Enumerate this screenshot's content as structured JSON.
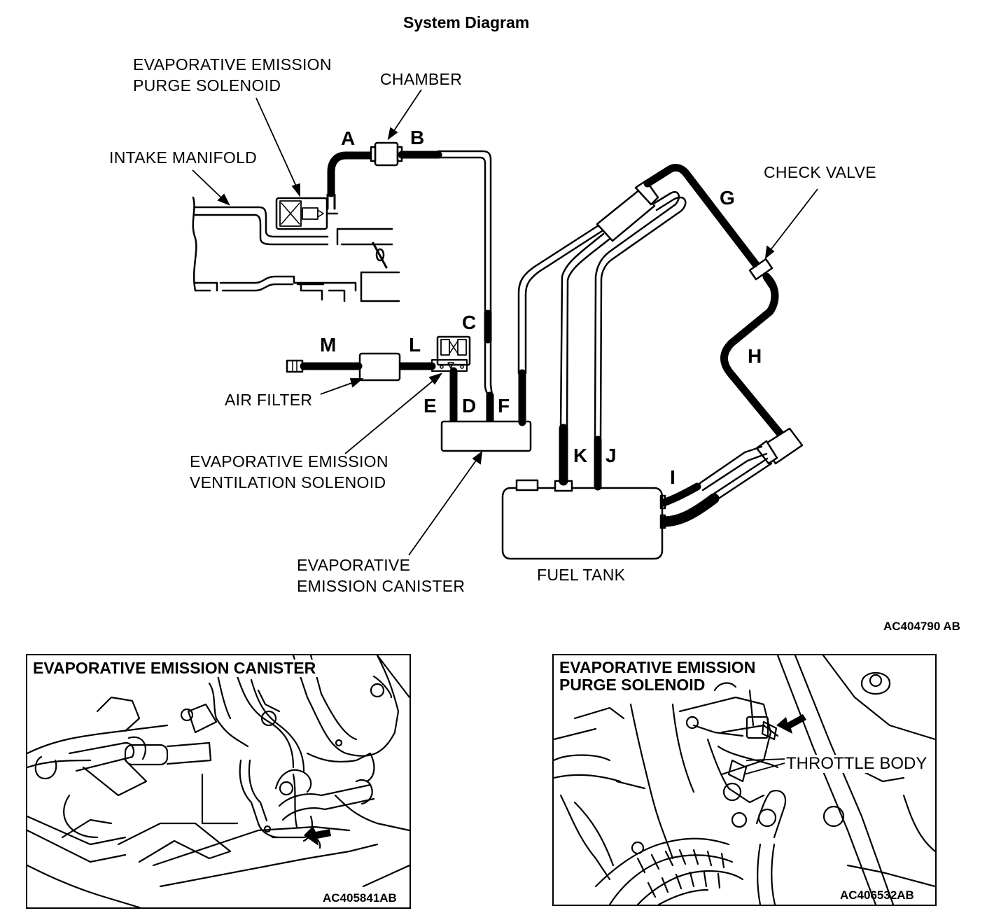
{
  "title": "System Diagram",
  "figure_code": "AC404790 AB",
  "labels": {
    "purge_solenoid_line1": "EVAPORATIVE EMISSION",
    "purge_solenoid_line2": "PURGE SOLENOID",
    "chamber": "CHAMBER",
    "intake_manifold": "INTAKE MANIFOLD",
    "check_valve": "CHECK VALVE",
    "air_filter": "AIR FILTER",
    "ventilation_solenoid_line1": "EVAPORATIVE EMISSION",
    "ventilation_solenoid_line2": "VENTILATION SOLENOID",
    "canister_line1": "EVAPORATIVE",
    "canister_line2": "EMISSION CANISTER",
    "fuel_tank": "FUEL TANK"
  },
  "hose_letters": {
    "A": "A",
    "B": "B",
    "C": "C",
    "D": "D",
    "E": "E",
    "F": "F",
    "G": "G",
    "H": "H",
    "I": "I",
    "J": "J",
    "K": "K",
    "L": "L",
    "M": "M"
  },
  "panels": {
    "canister": {
      "title": "EVAPORATIVE EMISSION CANISTER",
      "code": "AC405841AB"
    },
    "purge": {
      "title_line1": "EVAPORATIVE EMISSION",
      "title_line2": "PURGE SOLENOID",
      "throttle_label": "THROTTLE BODY",
      "code": "AC406532AB"
    }
  }
}
